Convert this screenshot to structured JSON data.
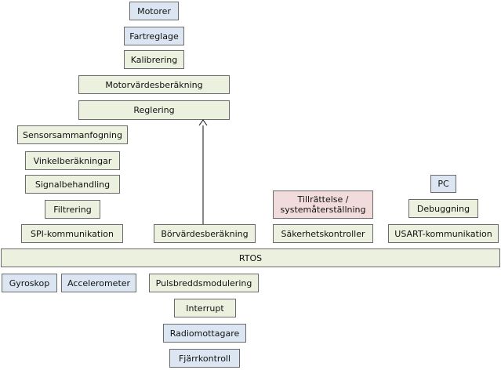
{
  "diagram": {
    "boxes": {
      "motorer": "Motorer",
      "fartreglage": "Fartreglage",
      "kalibrering": "Kalibrering",
      "motorvardesberakning": "Motorvärdesberäkning",
      "reglering": "Reglering",
      "sensorsammanfogning": "Sensorsammanfogning",
      "vinkelberakningar": "Vinkelberäkningar",
      "signalbehandling": "Signalbehandling",
      "filtrering": "Filtrering",
      "spi_kommunikation": "SPI-kommunikation",
      "borvardesberakning": "Börvärdesberäkning",
      "tillrattelse_line1": "Tillrättelse /",
      "tillrattelse_line2": "systemåterställning",
      "sakerhetskontroller": "Säkerhetskontroller",
      "pc": "PC",
      "debuggning": "Debuggning",
      "usart_kommunikation": "USART-kommunikation",
      "rtos": "RTOS",
      "gyroskop": "Gyroskop",
      "accelerometer": "Accelerometer",
      "pulsbreddsmodulering": "Pulsbreddsmodulering",
      "interrupt": "Interrupt",
      "radiomottagare": "Radiomottagare",
      "fjarrkontroll": "Fjärrkontroll"
    },
    "colors": {
      "software_layer": "#ebf1de",
      "hardware_layer": "#dce6f2",
      "safety_layer": "#f2dcdb",
      "border": "#6a6a6a"
    }
  }
}
